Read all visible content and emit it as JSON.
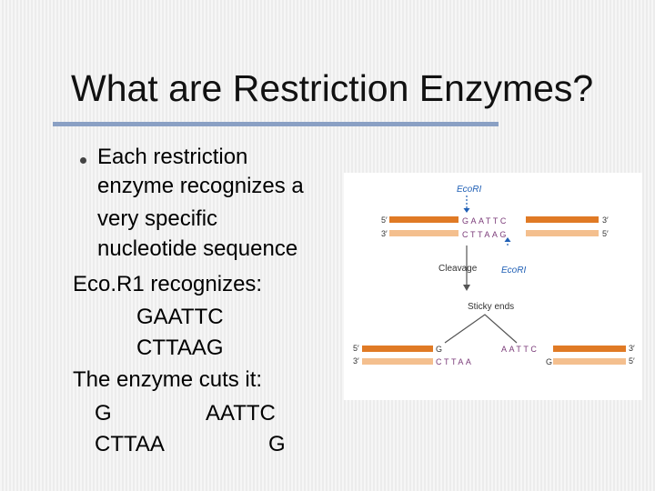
{
  "slide": {
    "title": "What are Restriction Enzymes?",
    "bullet_lines": [
      "Each restriction",
      "enzyme recognizes a",
      "very specific",
      "nucleotide sequence"
    ],
    "text_lines": [
      "Eco.R1 recognizes:",
      "GAATTC",
      "CTTAAG",
      "The enzyme cuts it:"
    ],
    "cut_rows": [
      {
        "left": "G",
        "right": "AATTC"
      },
      {
        "left": "CTTAA",
        "right": "G"
      }
    ]
  },
  "figure": {
    "enzyme_label": "EcoRI",
    "cleavage_label": "Cleavage",
    "sticky_ends_label": "Sticky ends",
    "five_prime": "5′",
    "three_prime": "3′",
    "top_strand": [
      "G",
      "A",
      "A",
      "T",
      "T",
      "C"
    ],
    "bottom_strand": [
      "C",
      "T",
      "T",
      "A",
      "A",
      "G"
    ],
    "colors": {
      "strand_dark": "#e07a25",
      "strand_light": "#f4bf8e",
      "arrow_blue": "#1f5fb5",
      "letters_purple": "#7a3a78"
    }
  }
}
